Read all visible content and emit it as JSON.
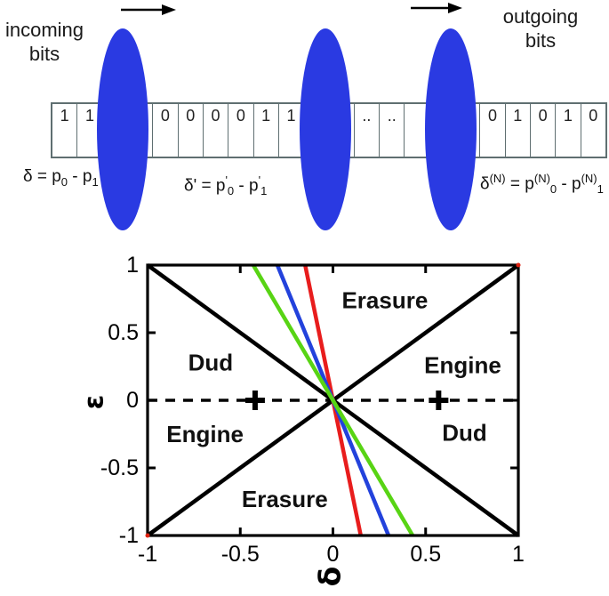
{
  "diagram": {
    "incoming_line1": "incoming",
    "incoming_line2": "bits",
    "outgoing_line1": "outgoing",
    "outgoing_line2": "bits",
    "tape_cells": [
      "1",
      "1",
      "",
      "",
      "0",
      "0",
      "0",
      "0",
      "1",
      "1",
      "",
      "",
      "..",
      "..",
      "",
      "",
      "",
      "0",
      "1",
      "0",
      "1",
      "0"
    ],
    "ellipse_color": "#2a3ae2",
    "formulas": {
      "f1": {
        "b1": "δ = p",
        "s1": "0",
        "b2": " - p",
        "s2": "1"
      },
      "f2": {
        "b1": "δ' = p",
        "p1": "'",
        "s1": "0",
        "b2": " - p",
        "p2": "'",
        "s2": "1"
      },
      "f3": {
        "b1": "δ",
        "e1": "(N)",
        "b2": " = p",
        "e2": "(N)",
        "s1": "0",
        "b3": " - p",
        "e3": "(N)",
        "s2": "1"
      }
    }
  },
  "chart_data": {
    "type": "line",
    "title": "",
    "xlabel": "δ",
    "ylabel": "ε",
    "xlim": [
      -1,
      1
    ],
    "ylim": [
      -1,
      1
    ],
    "xticks": [
      -1,
      -0.5,
      0,
      0.5,
      1
    ],
    "yticks": [
      -1,
      -0.5,
      0,
      0.5,
      1
    ],
    "xtick_labels": [
      "-1",
      "-0.5",
      "0",
      "0.5",
      "1"
    ],
    "ytick_labels": [
      "-1",
      "-0.5",
      "0",
      "0.5",
      "1"
    ],
    "grid": false,
    "legend_position": "none",
    "axis_color": "#000000",
    "series": [
      {
        "name": "boundary-diagonal-descending",
        "color": "#000000",
        "style": "solid",
        "width": 4.5,
        "points": [
          [
            -1,
            1
          ],
          [
            1,
            -1
          ]
        ]
      },
      {
        "name": "boundary-diagonal-ascending",
        "color": "#000000",
        "style": "solid",
        "width": 4.5,
        "points": [
          [
            -1,
            -1
          ],
          [
            1,
            1
          ]
        ]
      },
      {
        "name": "epsilon-zero-line",
        "color": "#000000",
        "style": "dashed",
        "width": 3.4,
        "points": [
          [
            -1,
            0
          ],
          [
            1,
            0
          ]
        ]
      },
      {
        "name": "red-line",
        "color": "#e81d1d",
        "style": "solid",
        "width": 4.5,
        "points": [
          [
            -0.15,
            1
          ],
          [
            0.15,
            -1
          ]
        ]
      },
      {
        "name": "blue-line",
        "color": "#2342dc",
        "style": "solid",
        "width": 4.5,
        "points": [
          [
            -0.3,
            1
          ],
          [
            0.3,
            -1
          ]
        ]
      },
      {
        "name": "green-line",
        "color": "#58d414",
        "style": "solid",
        "width": 4.5,
        "points": [
          [
            -0.43,
            1
          ],
          [
            0.43,
            -1
          ]
        ]
      }
    ],
    "markers": [
      {
        "shape": "plus",
        "x": -0.42,
        "y": 0,
        "color": "#000000"
      },
      {
        "shape": "plus",
        "x": 0.57,
        "y": 0,
        "color": "#000000"
      },
      {
        "shape": "dot",
        "x": 1,
        "y": 1,
        "color": "#dd2211"
      },
      {
        "shape": "dot",
        "x": -1,
        "y": -1,
        "color": "#dd2211"
      }
    ],
    "region_labels": [
      {
        "text": "Erasure",
        "x": 0.28,
        "y": 0.74
      },
      {
        "text": "Dud",
        "x": -0.66,
        "y": 0.28
      },
      {
        "text": "Engine",
        "x": 0.7,
        "y": 0.26
      },
      {
        "text": "Engine",
        "x": -0.69,
        "y": -0.25
      },
      {
        "text": "Dud",
        "x": 0.71,
        "y": -0.24
      },
      {
        "text": "Erasure",
        "x": -0.26,
        "y": -0.73
      }
    ]
  }
}
